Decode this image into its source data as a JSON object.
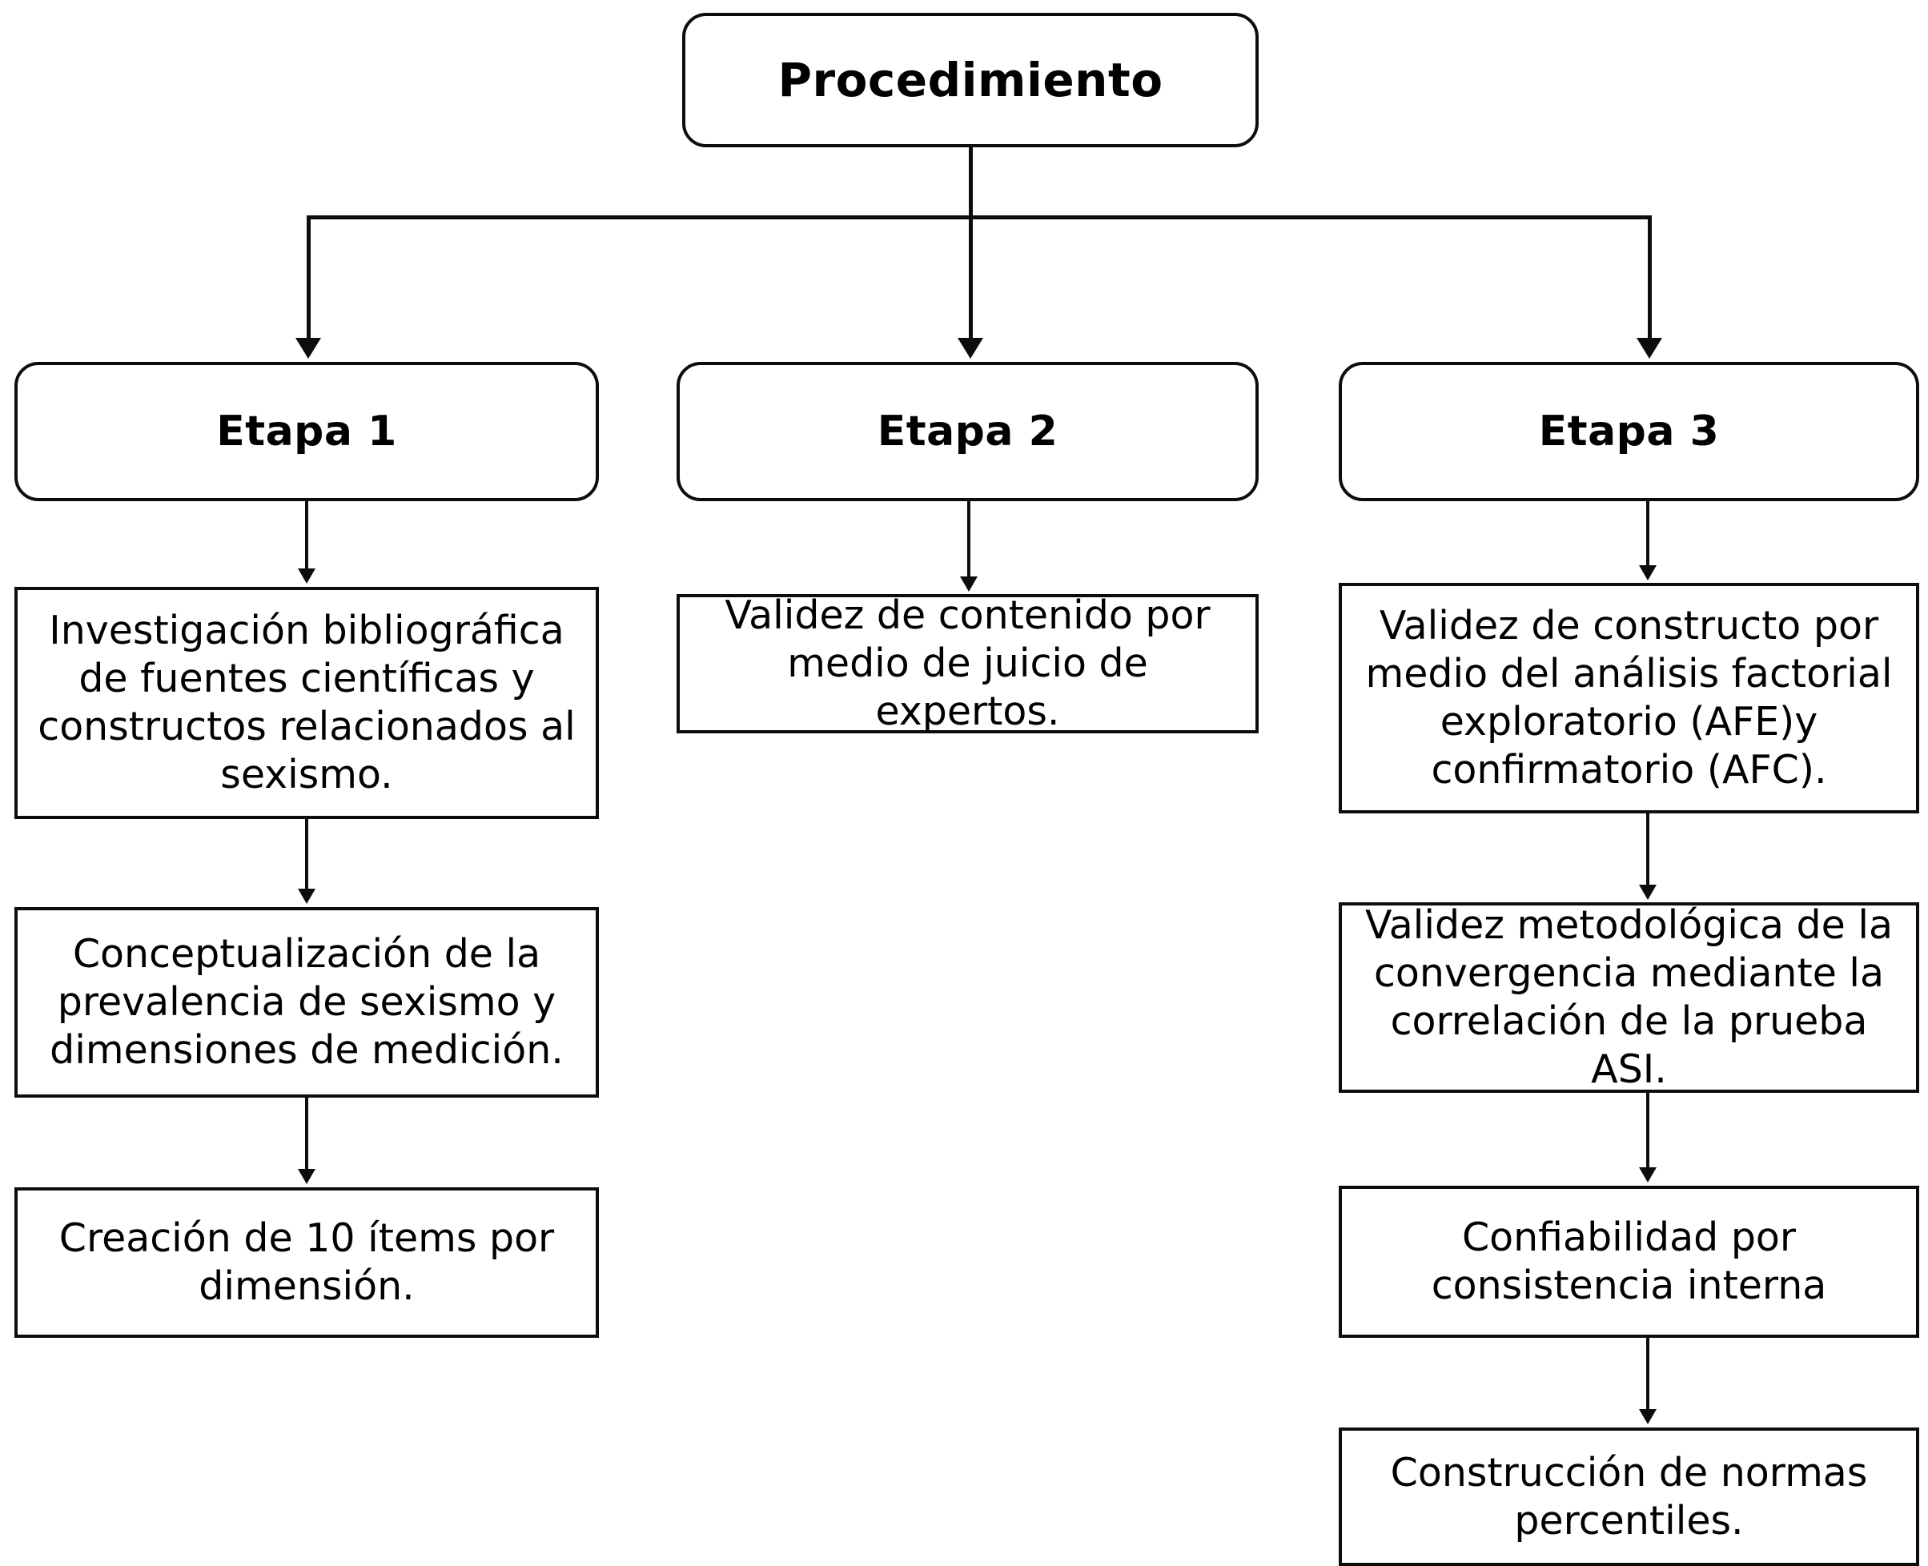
{
  "diagram": {
    "title_node": {
      "id": "procedimiento",
      "label": "Procedimiento"
    },
    "stages": [
      {
        "id": "etapa-1",
        "label": "Etapa 1"
      },
      {
        "id": "etapa-2",
        "label": "Etapa 2"
      },
      {
        "id": "etapa-3",
        "label": "Etapa 3"
      }
    ],
    "column_1_steps": [
      {
        "id": "c1-s1",
        "label": "Investigación bibliográfica de fuentes científicas y constructos relacionados al sexismo."
      },
      {
        "id": "c1-s2",
        "label": "Conceptualización de la prevalencia de sexismo y dimensiones de medición."
      },
      {
        "id": "c1-s3",
        "label": "Creación de 10 ítems por dimensión."
      }
    ],
    "column_2_steps": [
      {
        "id": "c2-s1",
        "label": "Validez de contenido por medio de juicio de expertos."
      }
    ],
    "column_3_steps": [
      {
        "id": "c3-s1",
        "label": "Validez de constructo por medio del análisis factorial exploratorio (AFE)y confirmatorio (AFC)."
      },
      {
        "id": "c3-s2",
        "label": "Validez metodológica de la convergencia mediante la correlación de la prueba ASI."
      },
      {
        "id": "c3-s3",
        "label": "Confiabilidad por consistencia interna"
      },
      {
        "id": "c3-s4",
        "label": "Construcción de normas percentiles."
      }
    ],
    "colors": {
      "stroke": "#0d0d0d",
      "fill": "#ffffff",
      "text": "#000000"
    }
  }
}
